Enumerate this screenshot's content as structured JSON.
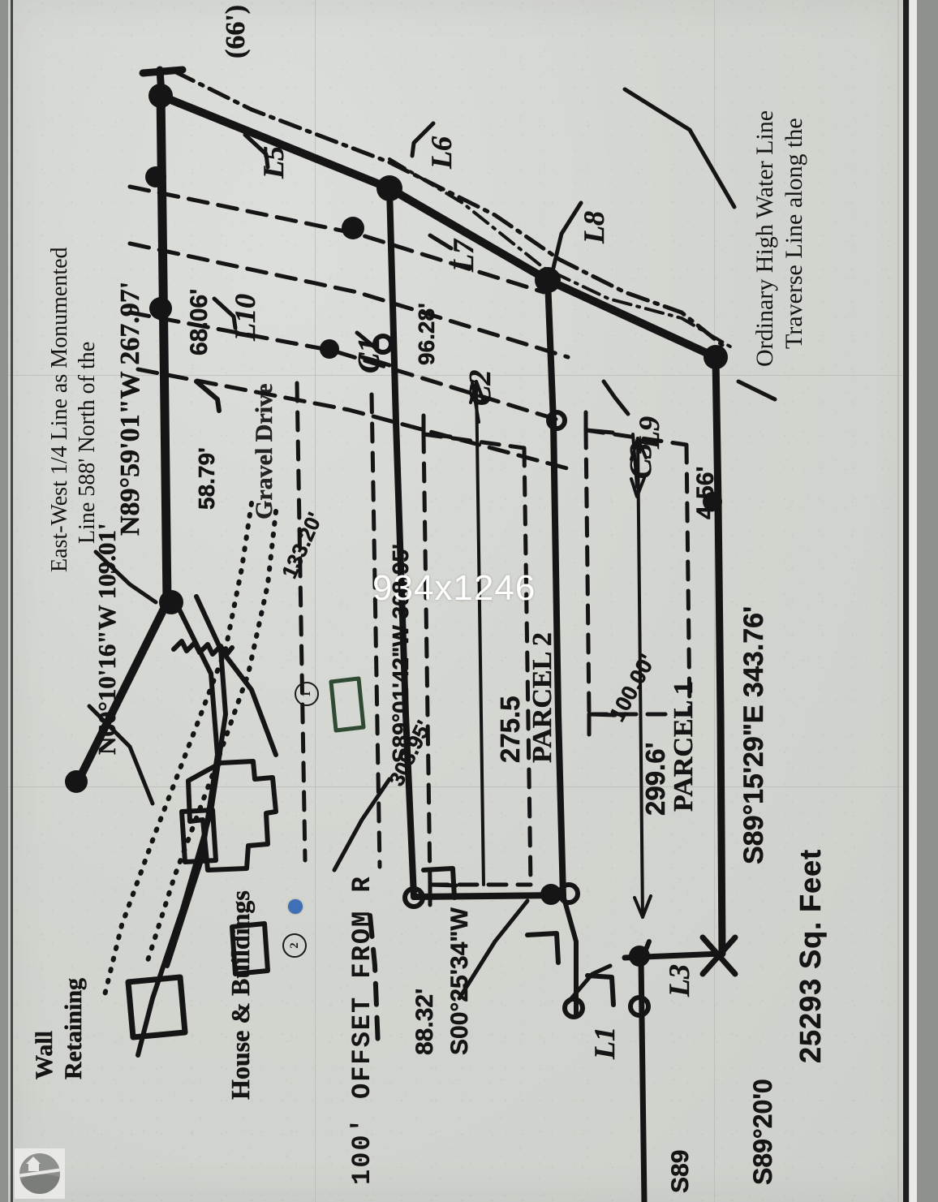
{
  "document": {
    "type": "land-survey-plat",
    "orientation": "rotated-90-ccw",
    "watermark_size_text": "934x1246"
  },
  "notes": {
    "traverse_line": "Traverse Line along the\nOrdinary High Water Line",
    "traverse_line_1": "Traverse Line along the",
    "traverse_line_2": "Ordinary High Water Line",
    "quarter_line_1": "Line 588' North of the",
    "quarter_line_2": "East-West 1/4 Line as Monumented",
    "house_buildings": "House & Buildings",
    "retaining_wall_1": "Retaining",
    "retaining_wall_2": "Wall",
    "gravel_drive": "Gravel Drive",
    "offset_note": "100' OFFSET FROM R",
    "right_of_way_width": "(66')"
  },
  "area": {
    "value": "25293",
    "units": "Sq. Feet",
    "full": "25293 Sq. Feet"
  },
  "parcels": [
    {
      "name": "PARCEL 1",
      "dimension": "299.6'"
    },
    {
      "name": "PARCEL 2",
      "dimension": "275.5"
    }
  ],
  "bearings": [
    {
      "id": "north-line",
      "text": "S89°15'29\"E  343.76'"
    },
    {
      "id": "west-line",
      "text": "N89°59'01\"W  267.97'"
    },
    {
      "id": "south-line",
      "text": "S89°01'42\"W  308.95'"
    },
    {
      "id": "southwest-line",
      "text": "N60°10'16\"W  109.01'"
    },
    {
      "id": "east-line",
      "text": "S00°25'34\"W"
    },
    {
      "id": "bottom-line",
      "text": "S89°20'0"
    },
    {
      "id": "bottom-line-2",
      "text": "S89"
    }
  ],
  "distances": [
    {
      "id": "d-4-56",
      "text": "4.56'"
    },
    {
      "id": "d-68-06",
      "text": "68.06'"
    },
    {
      "id": "d-58-79",
      "text": "58.79'"
    },
    {
      "id": "d-96-28",
      "text": "96.28'"
    },
    {
      "id": "d-100-00",
      "text": "100.00'"
    },
    {
      "id": "d-133-20",
      "text": "133.20'"
    },
    {
      "id": "d-88-32",
      "text": "88.32'"
    },
    {
      "id": "d-308-95",
      "text": "308.95'"
    },
    {
      "id": "d-267-97",
      "text": "267.97'"
    },
    {
      "id": "d-109-01",
      "text": "109.01'"
    },
    {
      "id": "d-299-6",
      "text": "299.6'"
    },
    {
      "id": "d-275-5",
      "text": "275.5"
    },
    {
      "id": "d-343-76",
      "text": "343.76'"
    }
  ],
  "line_labels": [
    {
      "id": "L1",
      "text": "L1"
    },
    {
      "id": "L3",
      "text": "L3"
    },
    {
      "id": "L5",
      "text": "L5"
    },
    {
      "id": "L6",
      "text": "L6"
    },
    {
      "id": "L7",
      "text": "L7"
    },
    {
      "id": "L8",
      "text": "L8"
    },
    {
      "id": "L9",
      "text": "L9"
    },
    {
      "id": "L10",
      "text": "L10"
    }
  ],
  "curve_labels": [
    {
      "id": "C1",
      "text": "C1"
    },
    {
      "id": "C2",
      "text": "C2"
    },
    {
      "id": "C3",
      "text": "C3"
    }
  ],
  "markers": {
    "circled_1": "1",
    "circled_2": "2",
    "blue_point": "blue-survey-point"
  },
  "colors": {
    "paper": "#d3d5d0",
    "ink": "#151515",
    "scanner_edge": "#8f918c",
    "blue_marker": "#3f6fb5",
    "grid": "#b7bab4"
  }
}
